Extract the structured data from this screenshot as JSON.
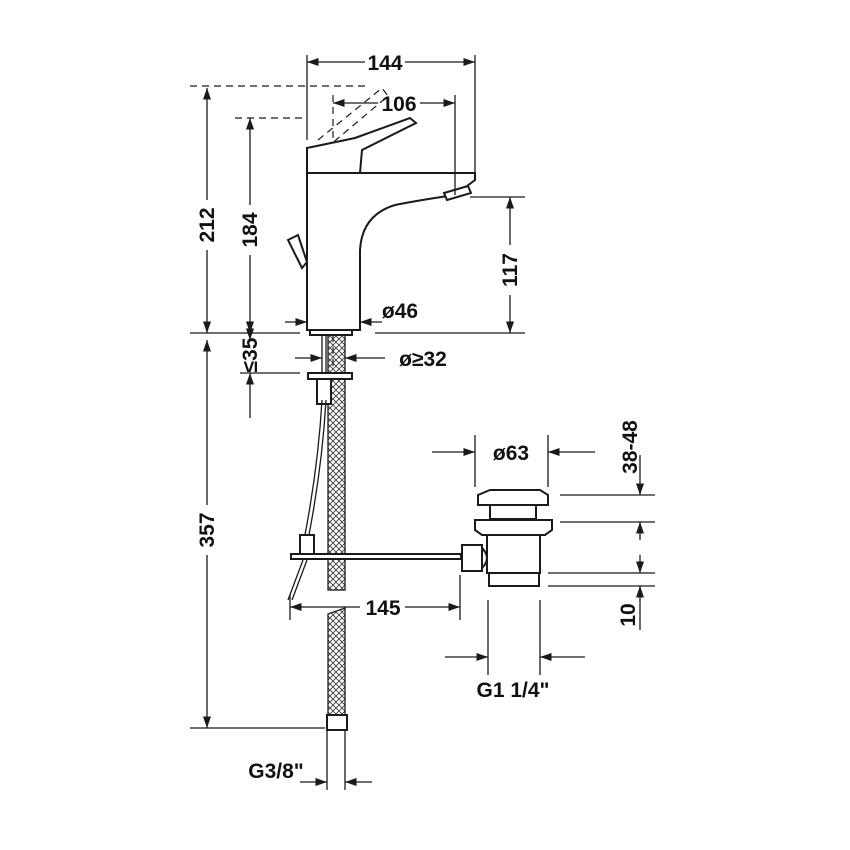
{
  "drawing": {
    "dimensions": {
      "width_total": "144",
      "reach": "106",
      "height_total": "212",
      "height_spout_top": "184",
      "spout_outlet_height": "117",
      "base_diameter": "ø46",
      "max_deck_thickness": "≤35",
      "hole_diameter": "ø≥32",
      "below_deck_length": "357",
      "drain_diameter": "ø63",
      "drain_range": "38-48",
      "drain_thread_length": "10",
      "rod_length": "145",
      "drain_thread": "G1 1/4\"",
      "supply_thread": "G3/8\""
    },
    "line_color": "#1a1a1a"
  }
}
